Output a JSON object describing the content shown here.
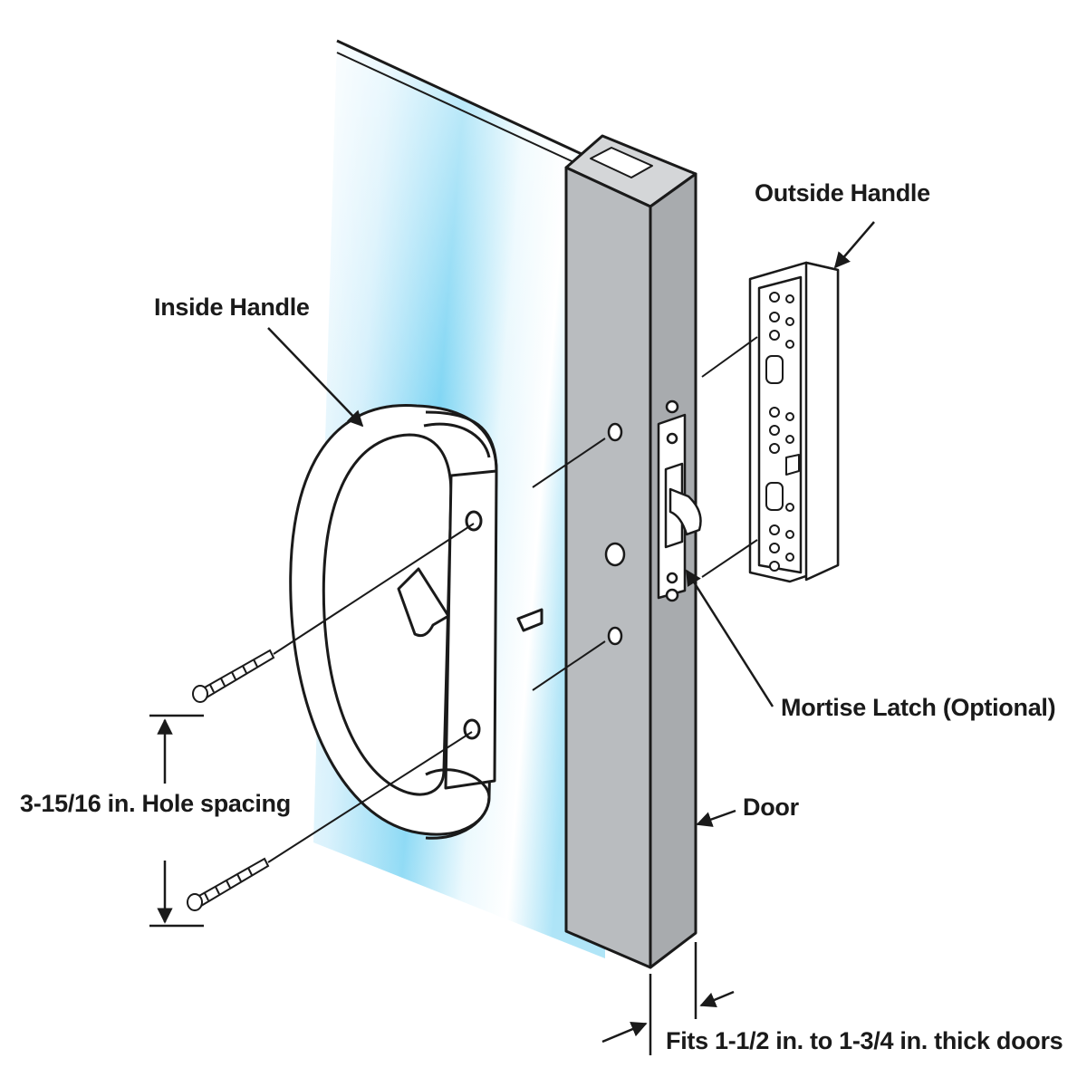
{
  "labels": {
    "outside_handle": "Outside Handle",
    "inside_handle": "Inside Handle",
    "mortise_latch": "Mortise Latch (Optional)",
    "hole_spacing": "3-15/16 in. Hole spacing",
    "door": "Door",
    "thickness": "Fits 1-1/2 in. to 1-3/4 in. thick doors"
  },
  "colors": {
    "glass_light": "#ffffff",
    "glass_blue": "#6fd0f2",
    "door_frame": "#b9bcbf",
    "door_frame_top": "#d4d6d8",
    "ink": "#1a1a1a"
  }
}
